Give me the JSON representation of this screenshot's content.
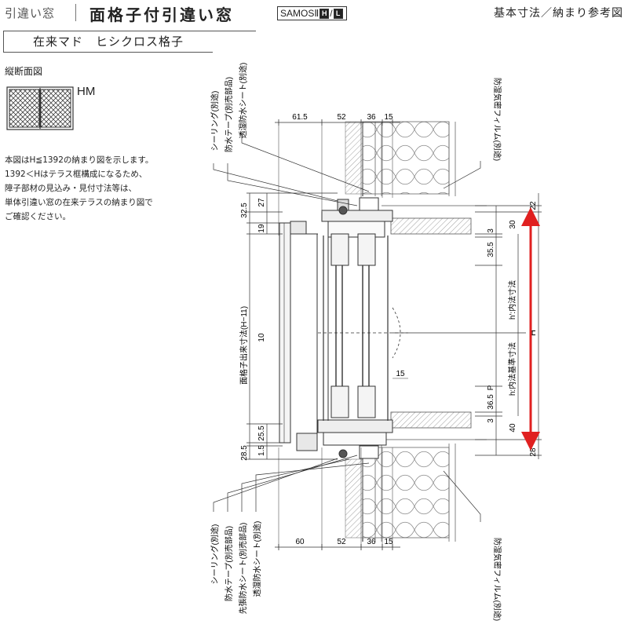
{
  "header": {
    "category": "引違い窓",
    "title": "面格子付引違い窓",
    "series_prefix": "SAMOSⅡ",
    "series_letters": [
      "H",
      "L"
    ],
    "series_sep": "/",
    "page_subtitle": "基本寸法／納まり参考図"
  },
  "model_bar": {
    "label": "在来マド　ヒシクロス格子"
  },
  "section_label": "縦断面図",
  "type_code": "HM",
  "notes": [
    "本図はH≦1392の納まり図を示します。",
    "1392＜Hはテラス框構成になるため、",
    "障子部材の見込み・見付寸法等は、",
    "単体引違い窓の在来テラスの納まり図で",
    "ご確認ください。"
  ],
  "dimensions": {
    "top_horizontal": [
      "61.5",
      "52",
      "36",
      "15"
    ],
    "bottom_horizontal": [
      "60",
      "52",
      "36",
      "15"
    ],
    "left_vertical": [
      "32.5",
      "27",
      "19",
      "25.5",
      "1.5",
      "28.5"
    ],
    "grille_dimension": "面格子出来寸法(H−11)",
    "grille_value": "10",
    "sill_inner": "15",
    "right_vertical": [
      "22",
      "30",
      "3",
      "35.5",
      "36.5",
      "3",
      "40",
      "28"
    ],
    "p_label": "P",
    "h_label": "H",
    "h_inner_labels": [
      "h:内法基準寸法",
      "h′:内法寸法"
    ]
  },
  "annotations": {
    "top": [
      "シーリング(別途)",
      "防水テープ(別売部品)",
      "透湿防水シート(別途)"
    ],
    "bottom": [
      "シーリング(別途)",
      "防水テープ(別売部品)",
      "先張防水シート(別売部品)",
      "透湿防水シート(別途)"
    ],
    "film_top": "防湿気密フィルム(別途)",
    "film_bottom": "防湿気密フィルム(別途)"
  },
  "colors": {
    "h_arrow": "#e02020",
    "line": "#333333",
    "title": "#222222"
  }
}
